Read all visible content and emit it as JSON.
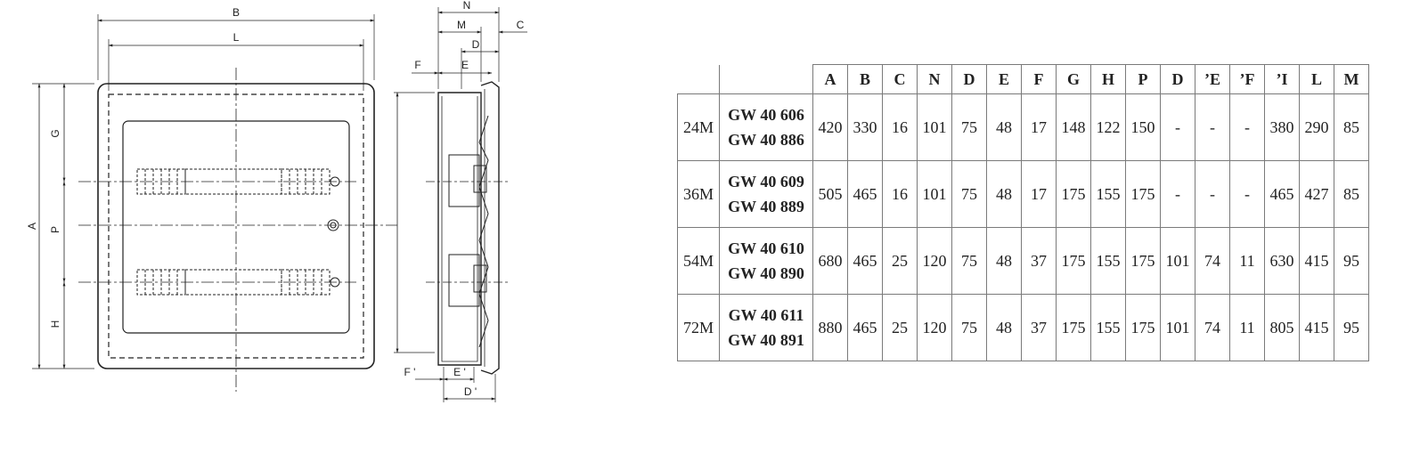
{
  "front_view_labels": {
    "overall_width": "B",
    "inner_width": "L",
    "overall_height": "A",
    "top_section": "G",
    "middle_section": "P",
    "bottom_section": "H"
  },
  "side_view_labels": {
    "total_depth": "N",
    "depth_m": "M",
    "cover_c": "C",
    "depth_d": "D",
    "depth_e": "E",
    "offset_f": "F",
    "offset_f_prime": "F '",
    "depth_e_prime": "E '",
    "depth_d_prime": "D '"
  },
  "table": {
    "headers": [
      "A",
      "B",
      "C",
      "N",
      "D",
      "E",
      "F",
      "G",
      "H",
      "P",
      "D",
      "’E",
      "’F",
      "’I",
      "L",
      "M"
    ],
    "rows": [
      {
        "size": "24M",
        "codes": [
          "GW 40 606",
          "GW 40 886"
        ],
        "values": [
          "420",
          "330",
          "16",
          "101",
          "75",
          "48",
          "17",
          "148",
          "122",
          "150",
          "-",
          "-",
          "-",
          "380",
          "290",
          "85"
        ]
      },
      {
        "size": "36M",
        "codes": [
          "GW 40 609",
          "GW 40 889"
        ],
        "values": [
          "505",
          "465",
          "16",
          "101",
          "75",
          "48",
          "17",
          "175",
          "155",
          "175",
          "-",
          "-",
          "-",
          "465",
          "427",
          "85"
        ]
      },
      {
        "size": "54M",
        "codes": [
          "GW 40 610",
          "GW 40 890"
        ],
        "values": [
          "680",
          "465",
          "25",
          "120",
          "75",
          "48",
          "37",
          "175",
          "155",
          "175",
          "101",
          "74",
          "11",
          "630",
          "415",
          "95"
        ]
      },
      {
        "size": "72M",
        "codes": [
          "GW 40 611",
          "GW 40 891"
        ],
        "values": [
          "880",
          "465",
          "25",
          "120",
          "75",
          "48",
          "37",
          "175",
          "155",
          "175",
          "101",
          "74",
          "11",
          "805",
          "415",
          "95"
        ]
      }
    ]
  }
}
